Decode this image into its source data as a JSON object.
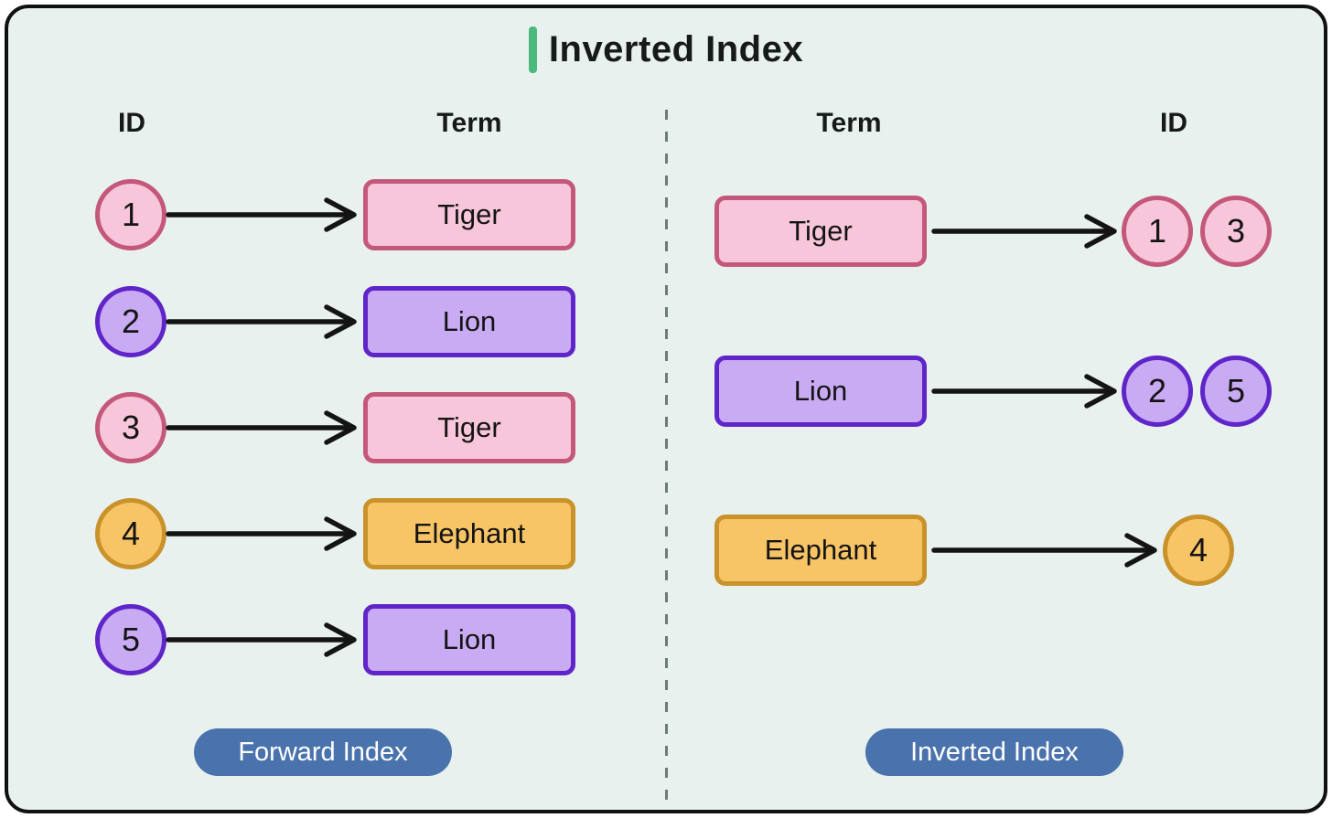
{
  "title": {
    "text": "Inverted Index"
  },
  "forward": {
    "headers": {
      "id": "ID",
      "term": "Term"
    },
    "label": "Forward Index",
    "rows": [
      {
        "id": "1",
        "term": "Tiger",
        "color": "pink"
      },
      {
        "id": "2",
        "term": "Lion",
        "color": "purple"
      },
      {
        "id": "3",
        "term": "Tiger",
        "color": "pink"
      },
      {
        "id": "4",
        "term": "Elephant",
        "color": "orange"
      },
      {
        "id": "5",
        "term": "Lion",
        "color": "purple"
      }
    ]
  },
  "inverted": {
    "headers": {
      "term": "Term",
      "id": "ID"
    },
    "label": "Inverted Index",
    "rows": [
      {
        "term": "Tiger",
        "ids": [
          "1",
          "3"
        ],
        "color": "pink"
      },
      {
        "term": "Lion",
        "ids": [
          "2",
          "5"
        ],
        "color": "purple"
      },
      {
        "term": "Elephant",
        "ids": [
          "4"
        ],
        "color": "orange"
      }
    ]
  },
  "colors": {
    "background": "#e9f1ee",
    "frame-border": "#111111",
    "accent-green": "#4bb87e",
    "pink-fill": "#f8c6da",
    "pink-border": "#c4587b",
    "purple-fill": "#c9abf3",
    "purple-border": "#5f25c8",
    "orange-fill": "#f8c566",
    "orange-border": "#c9922b",
    "arrow-black": "#141414",
    "pill-blue": "#4a73ae",
    "divider-gray": "#6e7a75"
  }
}
